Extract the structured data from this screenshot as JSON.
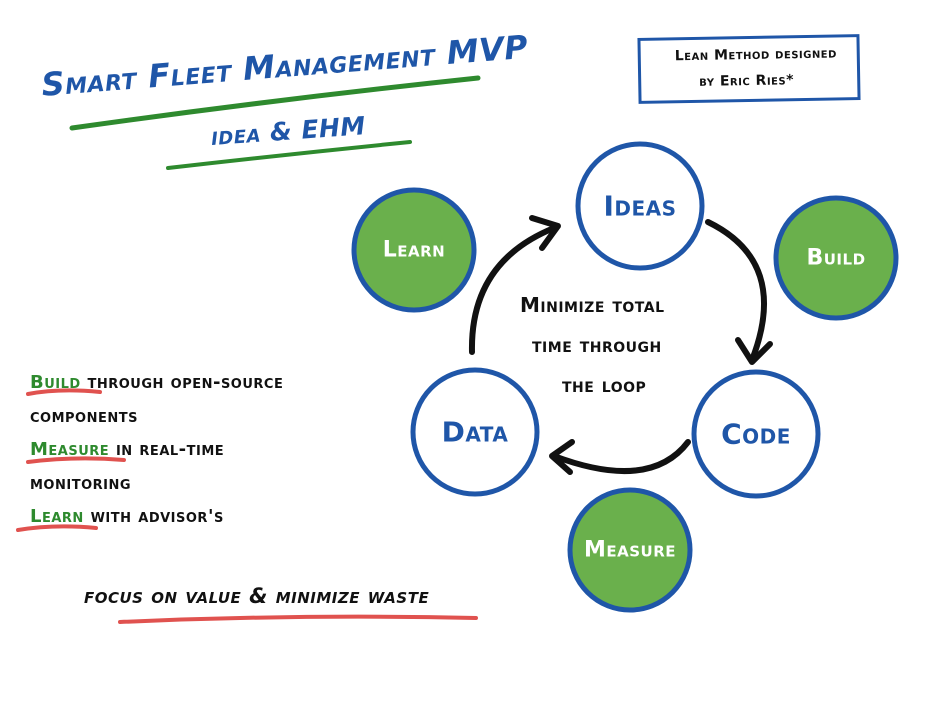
{
  "title": {
    "line1": "Smart Fleet Management  MVP",
    "line2": "idea & EHM"
  },
  "credit": {
    "line1": "Lean Method designed",
    "line2": "by Eric Ries*"
  },
  "cycle": {
    "ideas": "Ideas",
    "code": "Code",
    "data": "Data",
    "build": "Build",
    "measure": "Measure",
    "learn": "Learn",
    "center_line1": "Minimize total",
    "center_line2": "time through",
    "center_line3": "the loop"
  },
  "notes": {
    "build_kw": "Build",
    "build_rest": " through open-source",
    "build_cont": "components",
    "measure_kw": "Measure",
    "measure_rest": " in real-time",
    "measure_cont": "monitoring",
    "learn_kw": "Learn",
    "learn_rest": " with advisor's"
  },
  "focus": "focus on value & minimize waste",
  "colors": {
    "blue": "#1f56a8",
    "green": "#6ab04c",
    "dark_green": "#2e8a2e",
    "red": "#e0524f",
    "black": "#111111"
  }
}
